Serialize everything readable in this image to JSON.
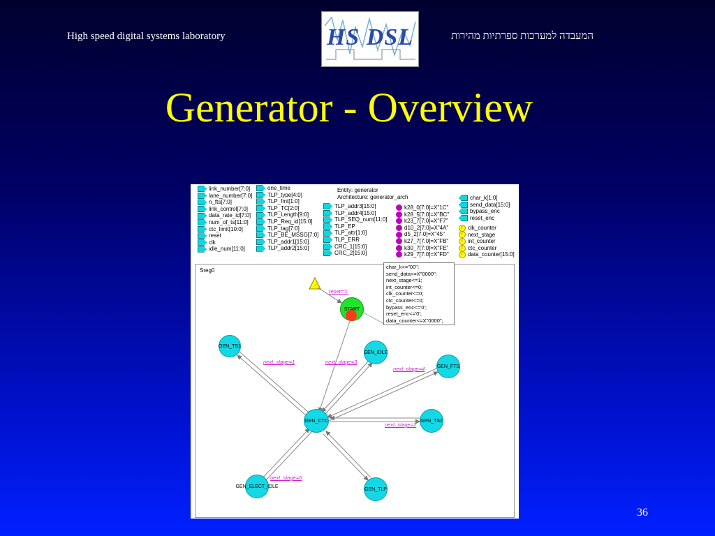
{
  "header": {
    "left": "High speed digital systems laboratory",
    "right": "המעבדה למערכות ספרתיות מהירות",
    "logo": "HS DSL"
  },
  "slide": {
    "title": "Generator - Overview",
    "page_number": "36"
  },
  "diagram": {
    "entity": "Entity: generator",
    "architecture": "Architecture: generator_arch",
    "ports_col1": [
      "link_number[7:0]",
      "lane_number[7:0]",
      "n_fts[7:0]",
      "link_control[7:0]",
      "data_rate_id[7:0]",
      "num_of_ts[11:0]",
      "ctc_limit[10:0]",
      "reset",
      "clk",
      "idle_num[11:0]"
    ],
    "ports_col2": [
      "one_time",
      "TLP_type[4:0]",
      "TLP_fmt[1:0]",
      "TLP_TC[2:0]",
      "TLP_Length[9:0]",
      "TLP_Req_id[15:0]",
      "TLP_tag[7:0]",
      "TLP_BE_MSSG[7:0]",
      "TLP_addr1[15:0]",
      "TLP_addr2[15:0]"
    ],
    "ports_col3": [
      "TLP_addr3[15:0]",
      "TLP_addr4[15:0]",
      "TLP_SEQ_num[11:0]",
      "TLP_EP",
      "TLP_attr[1:0]",
      "TLP_ERR",
      "CRC_1[15:0]",
      "CRC_2[15:0]"
    ],
    "constants": [
      "k28_0[7:0]=X\"1C\"",
      "k28_5[7:0]=X\"BC\"",
      "k23_7[7:0]=X\"F7\"",
      "d10_2[7:0]=X\"4A\"",
      "d5_2[7:0]=X\"45\"",
      "k27_7[7:0]=X\"FB\"",
      "k30_7[7:0]=X\"FE\"",
      "k29_7[7:0]=X\"FD\""
    ],
    "outputs": [
      "char_k[1:0]",
      "send_data[15:0]",
      "bypass_enc",
      "reset_enc"
    ],
    "signals": [
      "clk_counter",
      "next_stage",
      "int_counter",
      "ctc_counter",
      "data_counter[15:0]"
    ],
    "sreg": "Sreg0",
    "actions": [
      "char_k<=\"00\";",
      "send_data<=X\"0000\";",
      "next_stage<=1;",
      "int_counter<=0;",
      "clk_counter<=0;",
      "ctc_counter<=0;",
      "bypass_enc<='0';",
      "reset_enc<='0';",
      "data_counter<=X\"0000\";"
    ],
    "states": {
      "start": "START",
      "ts1": "GEN_TS1",
      "idle": "GEN_IDLE",
      "fts": "GEN_FTS",
      "ctc": "GEN_CTC",
      "ts2": "GEN_TS2",
      "elect_idle": "GEN_ELECT_IDLE",
      "tlp": "GEN_TLP"
    },
    "transitions": {
      "reset": "reset='1'",
      "ns1": "next_stage=1",
      "ns3": "next_stage=3",
      "ns4": "next_stage=4",
      "ns2": "next_stage=2",
      "ns6": "next_stage=6"
    }
  }
}
